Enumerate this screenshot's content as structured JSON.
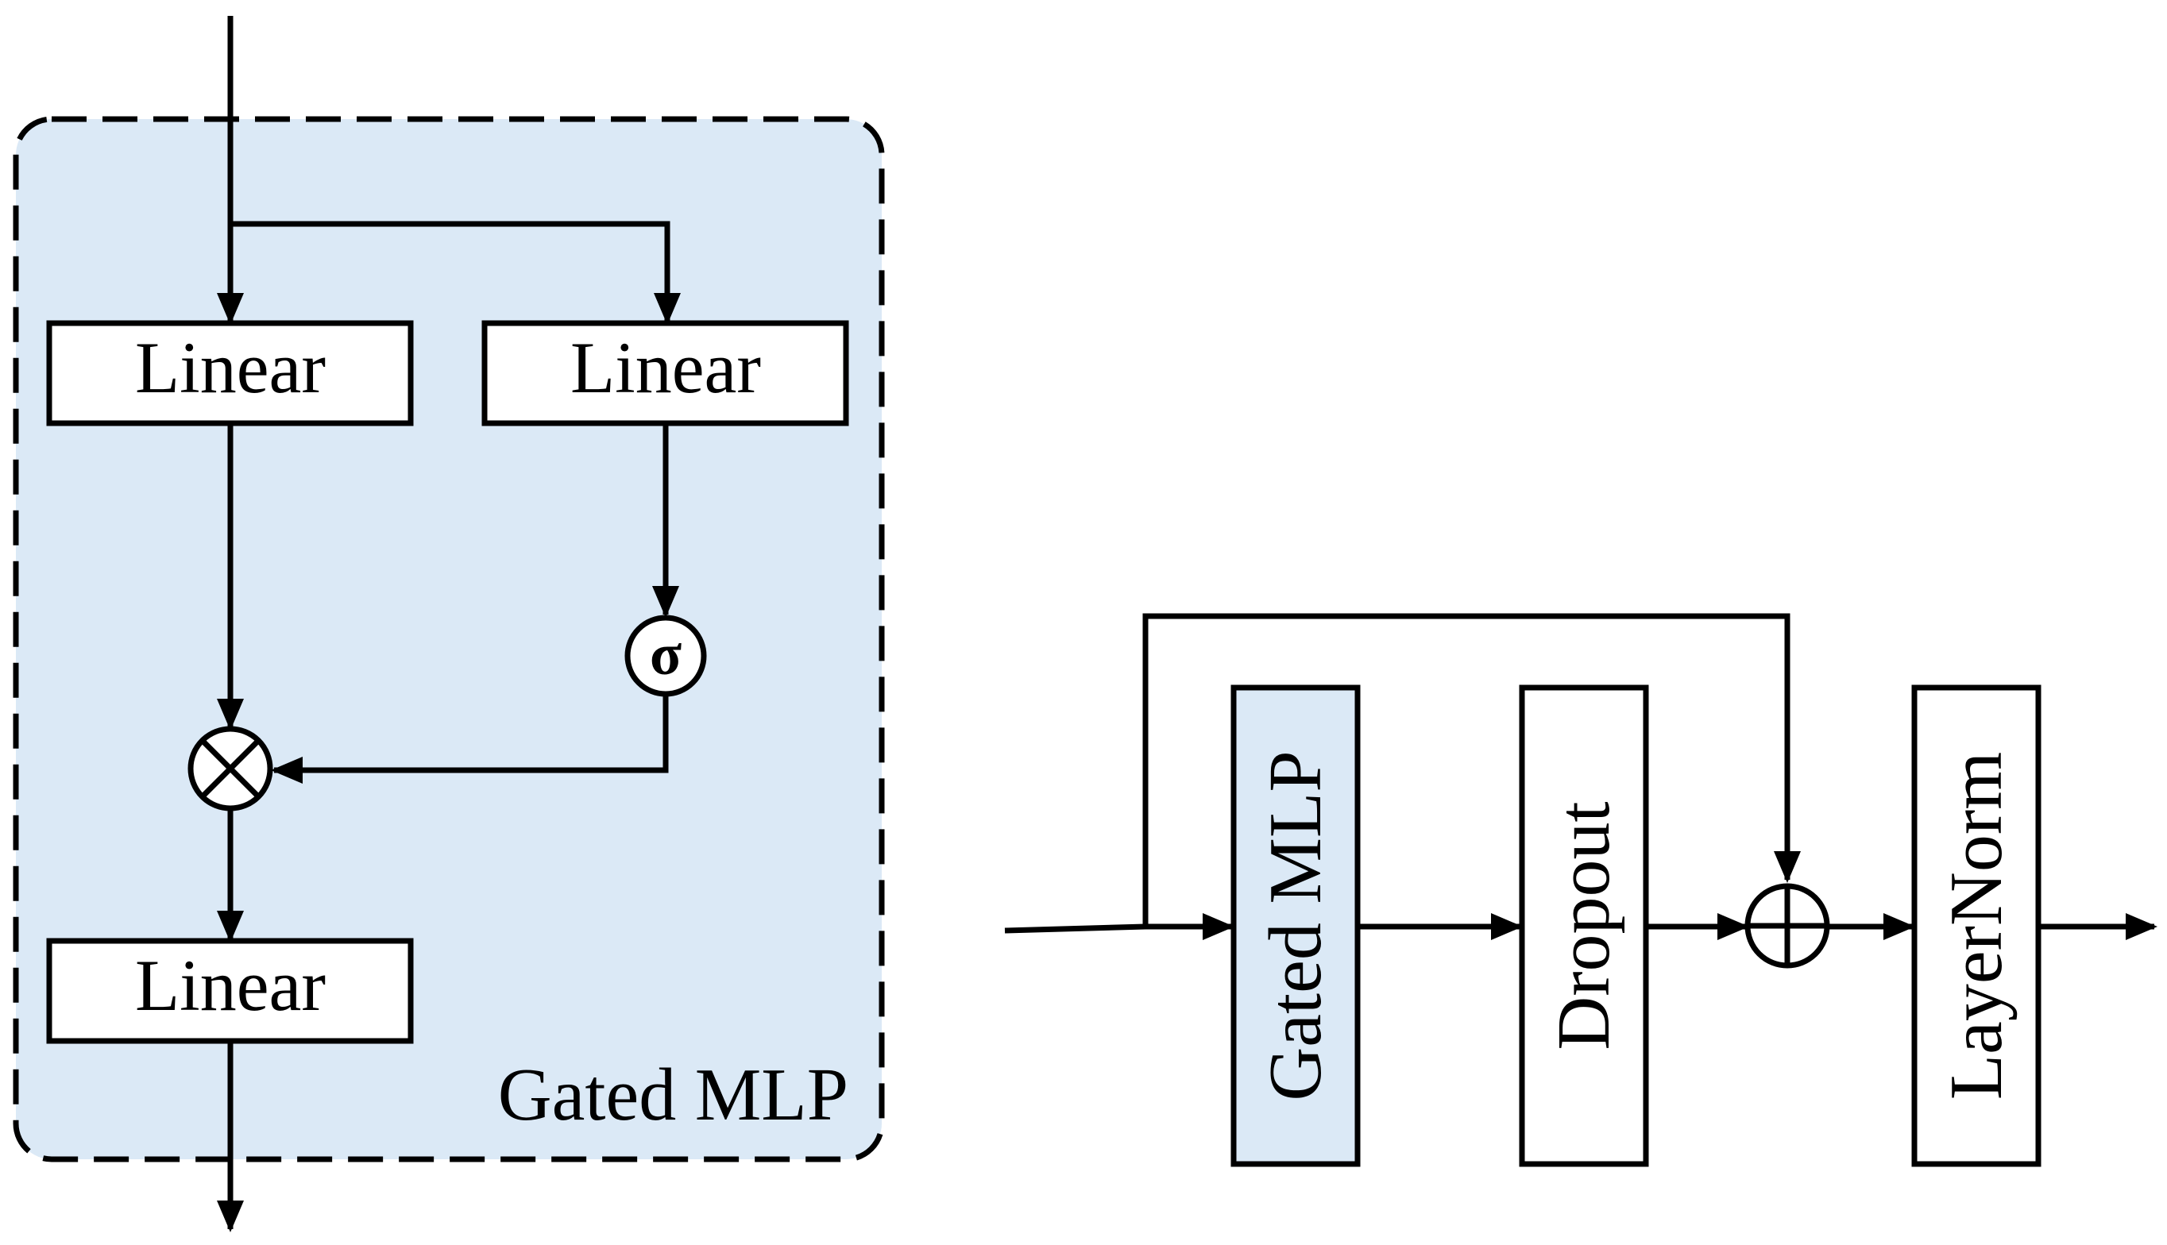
{
  "colors": {
    "panel_fill": "#dbe9f6",
    "ink": "#000000",
    "box_fill": "#ffffff"
  },
  "gated_mlp_panel": {
    "title": "Gated MLP",
    "linear_left_label": "Linear",
    "linear_right_label": "Linear",
    "linear_bottom_label": "Linear",
    "sigma_symbol": "σ",
    "multiply_icon": "circled-times-icon"
  },
  "residual_block": {
    "gated_mlp_label": "Gated MLP",
    "dropout_label": "Dropout",
    "layernorm_label": "LayerNorm",
    "add_icon": "circled-plus-icon"
  }
}
